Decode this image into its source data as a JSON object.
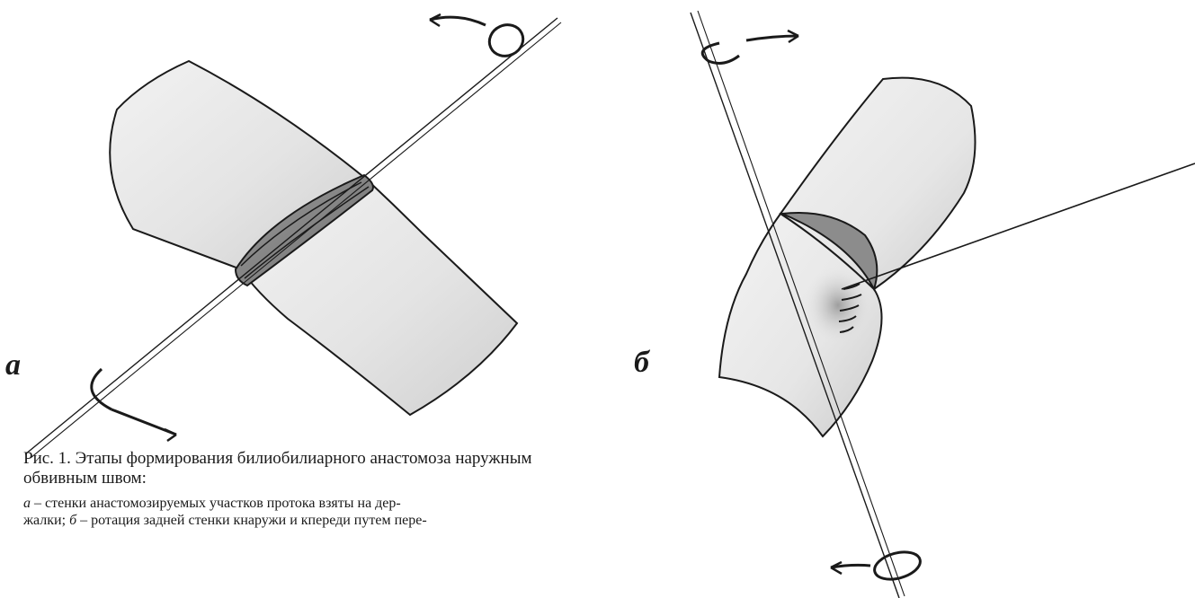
{
  "figure": {
    "panels": [
      {
        "letter": "а"
      },
      {
        "letter": "б"
      }
    ],
    "caption": {
      "title": "Рис. 1. Этапы формирования билиобилиарного анастомоза наружным обвивным швом:",
      "legend_line1": {
        "a": "а",
        "text1": " – стенки анастомозируемых участков протока взяты на дер-"
      },
      "legend_line2": {
        "text1": "жалки; ",
        "b": "б",
        "text2": " – ротация задней стенки кнаружи и кпереди путем пере-"
      }
    },
    "colors": {
      "ink": "#1a1a1a",
      "tissue_light": "#ececec",
      "tissue_shade": "#c8c8c8",
      "background": "#ffffff"
    }
  }
}
